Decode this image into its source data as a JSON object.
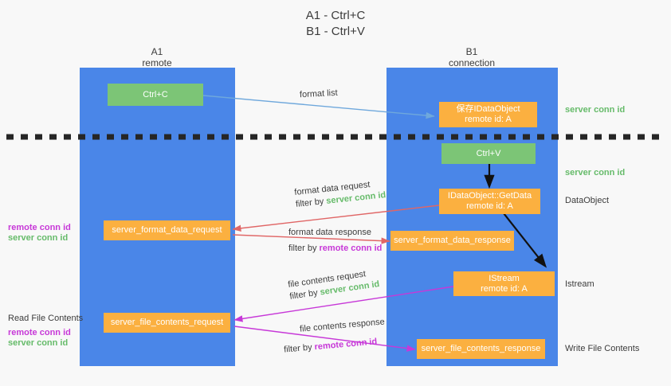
{
  "title": {
    "line1": "A1 - Ctrl+C",
    "line2": "B1 - Ctrl+V"
  },
  "columns": [
    {
      "name": "A1",
      "sub": "remote"
    },
    {
      "name": "B1",
      "sub": "connection"
    }
  ],
  "boxes": {
    "ctrl_c": "Ctrl+C",
    "save_idataobject_title": "保存IDataObject",
    "save_idataobject_sub": "remote id: A",
    "ctrl_v": "Ctrl+V",
    "getdata_title": "IDataObject::GetData",
    "getdata_sub": "remote id: A",
    "format_data_request": "server_format_data_request",
    "format_data_response": "server_format_data_response",
    "istream_title": "IStream",
    "istream_sub": "remote id: A",
    "file_contents_request": "server_file_contents_request",
    "file_contents_response": "server_file_contents_response"
  },
  "right_labels": {
    "server_conn_id_top": "server conn id",
    "server_conn_id_mid": "server conn id",
    "dataobject": "DataObject",
    "istream": "Istream",
    "write_file_contents": "Write File Contents"
  },
  "left_labels": {
    "remote_conn_id_1": "remote conn id",
    "server_conn_id_1": "server conn id",
    "read_file_contents": "Read File Contents",
    "remote_conn_id_2": "remote conn id",
    "server_conn_id_2": "server conn id"
  },
  "arrow_labels": {
    "format_list": "format list",
    "format_data_request": "format data request",
    "format_data_request_filter_pre": "filter by ",
    "format_data_request_filter_em": "server conn id",
    "format_data_response": "format data response",
    "format_data_response_filter_pre": "filter by ",
    "format_data_response_filter_em": "remote conn id",
    "file_contents_request": "file contents request",
    "file_contents_request_filter_pre": "filter by ",
    "file_contents_request_filter_em": "server conn id",
    "file_contents_response": "file contents response",
    "file_contents_response_filter_pre": "filter by ",
    "file_contents_response_filter_em": "remote conn id"
  },
  "colors": {
    "lane": "#4a86e8",
    "green_box": "#7cc576",
    "orange_box": "#fbb040",
    "green_text": "#66bb6a",
    "magenta_text": "#c738d8",
    "blue_arrow": "#6fa8dc",
    "red_arrow": "#e06666",
    "magenta_arrow": "#c738d8",
    "black_arrow": "#111111",
    "background": "#f8f8f8"
  }
}
